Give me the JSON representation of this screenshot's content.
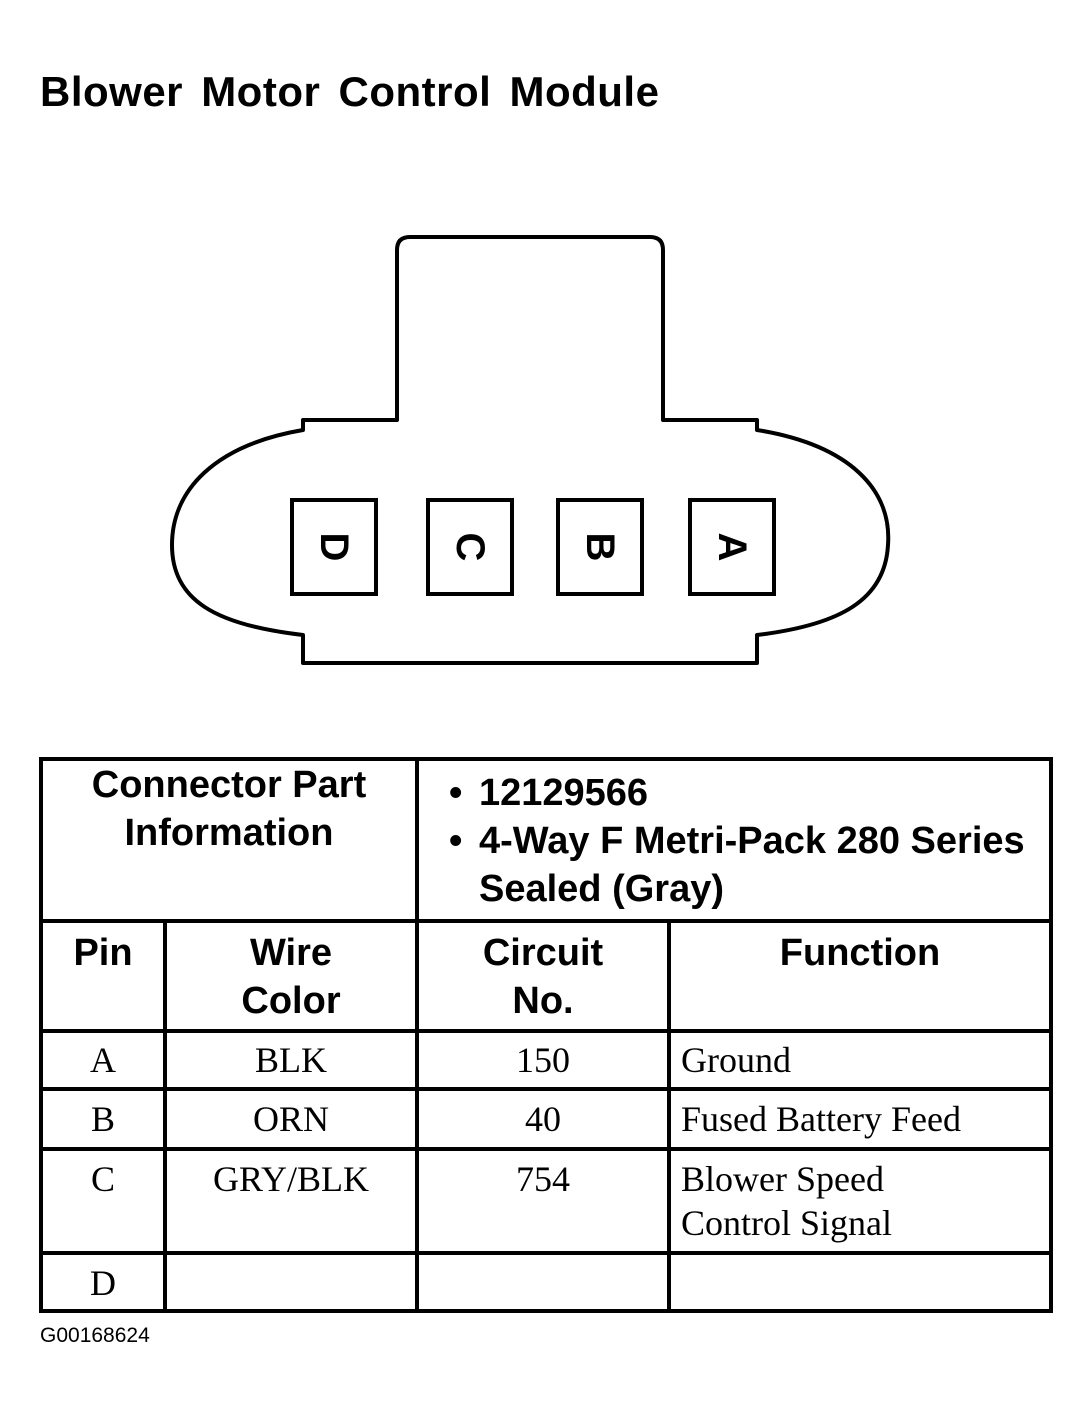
{
  "title": "Blower Motor Control Module",
  "connector": {
    "pins": [
      "D",
      "C",
      "B",
      "A"
    ]
  },
  "table": {
    "connector_info_label": "Connector Part Information",
    "connector_info_items": [
      "12129566",
      "4-Way F Metri-Pack 280 Series Sealed (Gray)"
    ],
    "headers": {
      "pin": "Pin",
      "wire_color": "Wire Color",
      "circuit_no": "Circuit No.",
      "function": "Function"
    },
    "rows": [
      {
        "pin": "A",
        "wire_color": "BLK",
        "circuit": "150",
        "function": "Ground"
      },
      {
        "pin": "B",
        "wire_color": "ORN",
        "circuit": "40",
        "function": "Fused Battery Feed"
      },
      {
        "pin": "C",
        "wire_color": "GRY/BLK",
        "circuit": "754",
        "function": "Blower Speed Control Signal"
      },
      {
        "pin": "D",
        "wire_color": "",
        "circuit": "",
        "function": ""
      }
    ]
  },
  "figure_id": "G00168624"
}
